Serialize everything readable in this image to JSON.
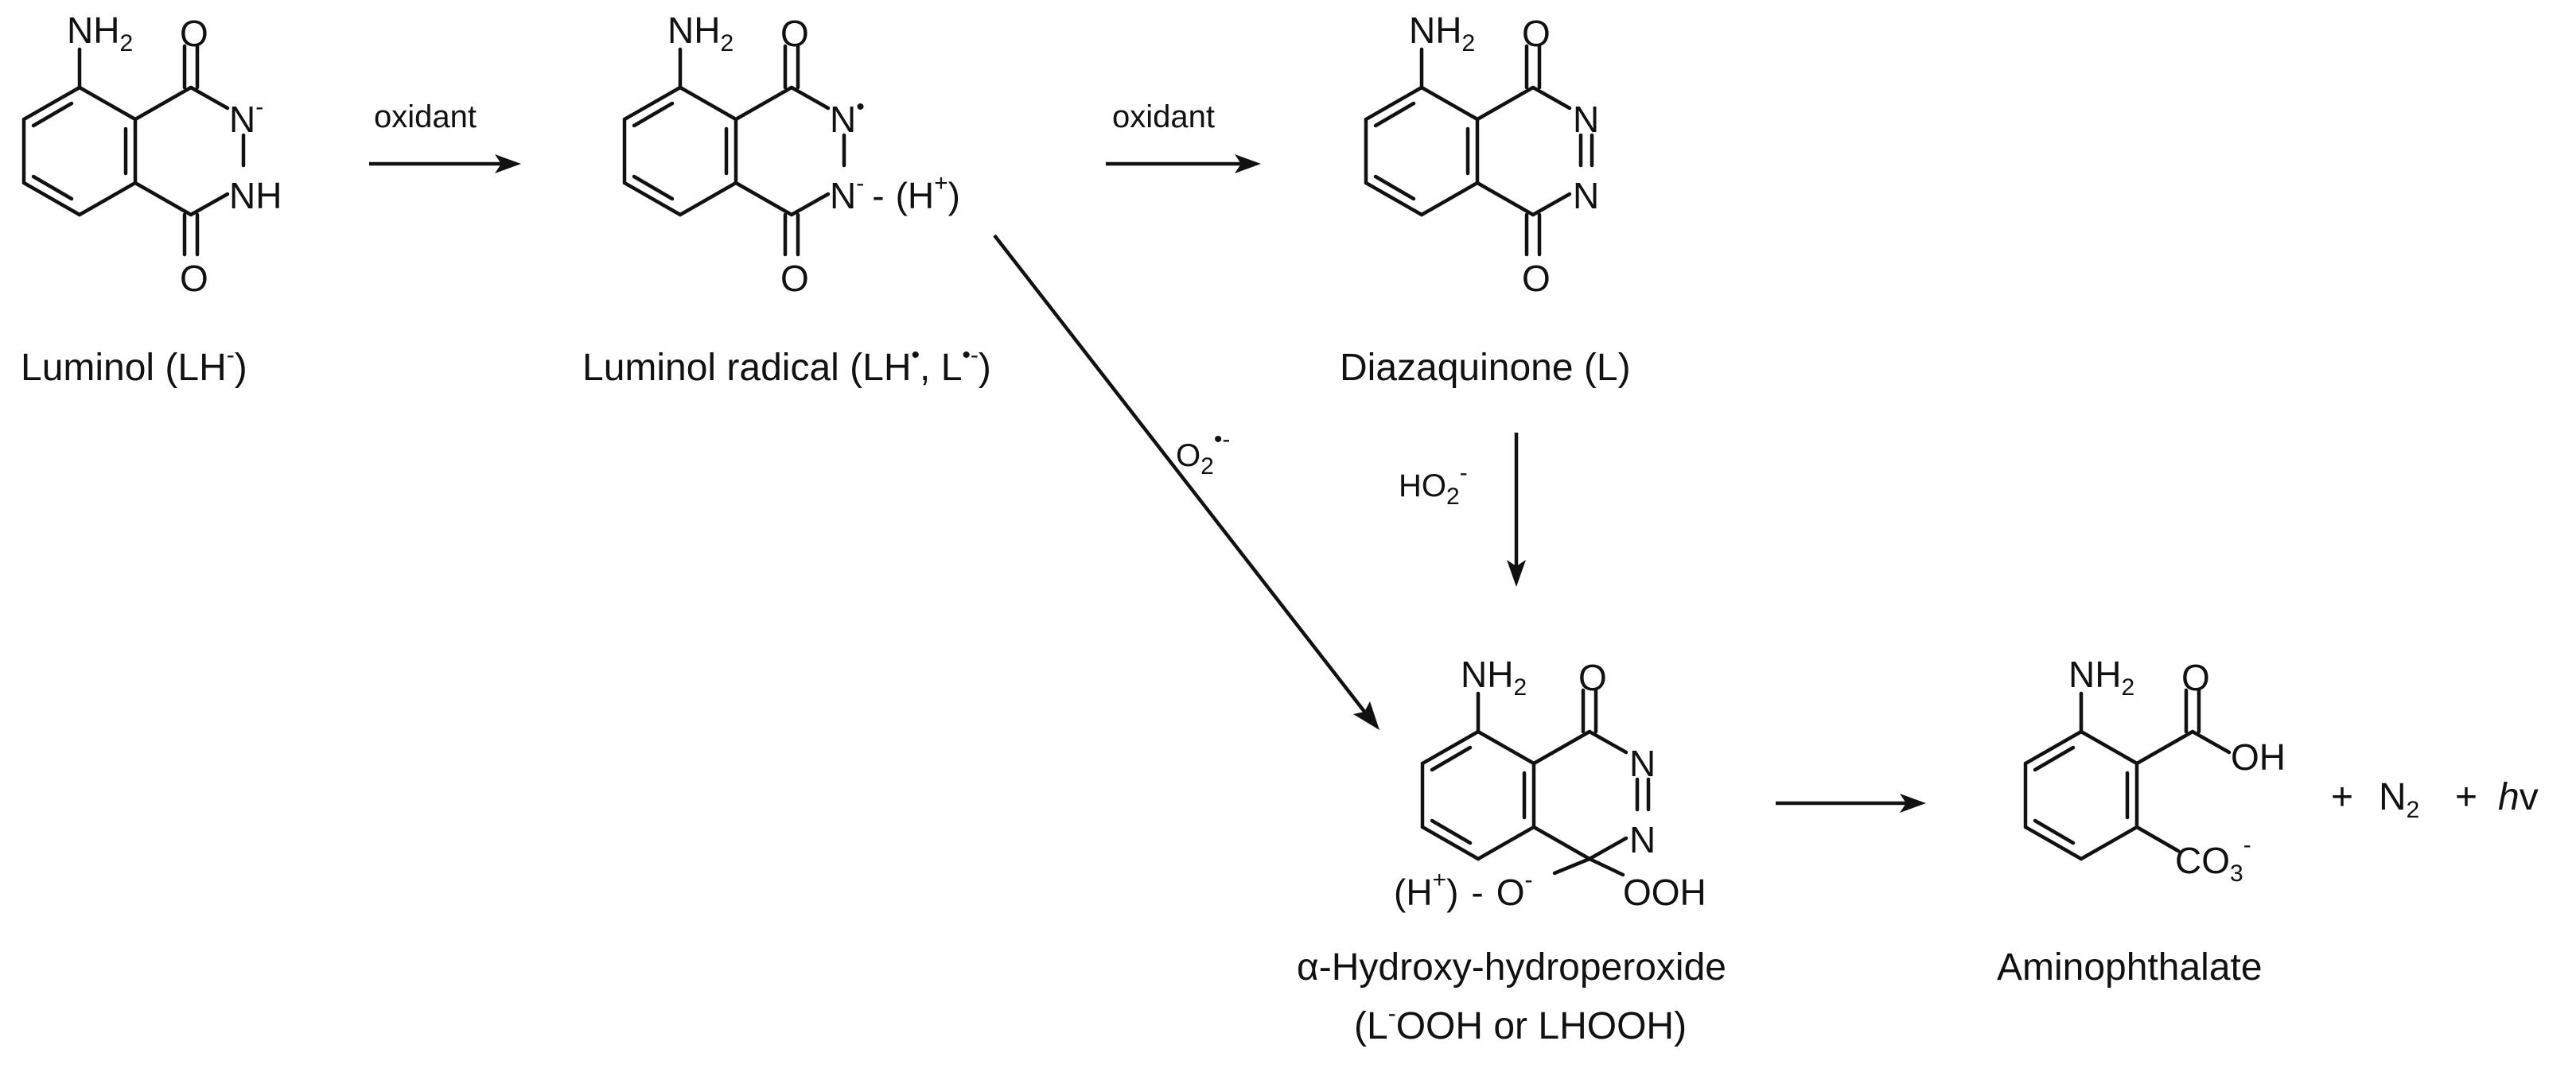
{
  "captions": {
    "luminol": "Luminol (LH",
    "luminol_close": ")",
    "radical": "Luminol radical (LH",
    "radical_mid": ", L",
    "radical_close": ")",
    "diazaquinone": "Diazaquinone (L)",
    "hydroperoxide_1": "α-Hydroxy-hydroperoxide",
    "hydroperoxide_2a": "(L",
    "hydroperoxide_2b": "OOH or LHOOH)",
    "aminophthalate": "Aminophthalate"
  },
  "reagents": {
    "step1": "oxidant",
    "step2": "oxidant",
    "superoxide_base": "O",
    "superoxide_sub": "2",
    "superoxide_sup": "•-",
    "hydroperoxide_base": "HO",
    "hydroperoxide_sub": "2",
    "hydroperoxide_sup": "-"
  },
  "atoms": {
    "nh2": "NH",
    "nh2_sub": "2",
    "o": "O",
    "n": "N",
    "nh": "NH",
    "oh": "OH",
    "ooh": "OOH",
    "co3": "CO",
    "co3_sub": "3",
    "h_plus_open": "(H",
    "h_plus_close": ")",
    "dash": "-",
    "minus": "-",
    "plus": "+",
    "radical_dot": "•",
    "radical_anion": "•-"
  },
  "products": {
    "plus1": "+",
    "n2": "N",
    "n2_sub": "2",
    "plus2": "+",
    "hv_h": "h",
    "hv_v": "v"
  }
}
